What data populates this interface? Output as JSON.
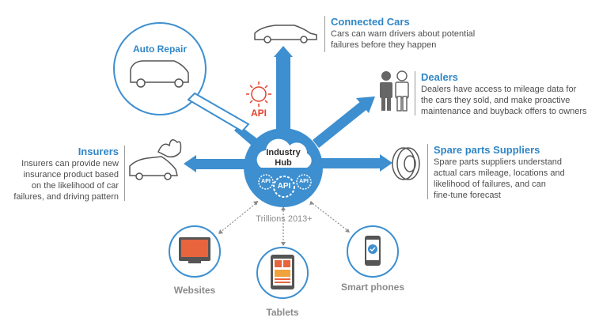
{
  "hub": {
    "title_line1": "Industry",
    "title_line2": "Hub",
    "api_center": "API",
    "api_left": "API",
    "api_right": "API",
    "trillions": "Trillions 2013+"
  },
  "api_badge": "API",
  "connected_cars": {
    "title": "Connected Cars",
    "line1": "Cars can warn drivers about potential",
    "line2": "failures before they happen"
  },
  "dealers": {
    "title": "Dealers",
    "line1": "Dealers have access to mileage data for",
    "line2": "the cars they sold, and make proactive",
    "line3": "maintenance and buyback offers to owners"
  },
  "spare_parts": {
    "title": "Spare parts Suppliers",
    "line1": "Spare parts suppliers understand",
    "line2": "actual cars mileage, locations and",
    "line3": "likelihood of failures, and can",
    "line4": "fine-tune forecast"
  },
  "insurers": {
    "title": "Insurers",
    "line1": "Insurers can provide new",
    "line2": "insurance product based",
    "line3": "on the likelihood of car",
    "line4": "failures, and driving pattern"
  },
  "auto_repair": {
    "title": "Auto Repair"
  },
  "devices": {
    "websites": "Websites",
    "tablets": "Tablets",
    "smartphones": "Smart phones"
  },
  "colors": {
    "accent": "#2f86c6",
    "arrow": "#3d8fd0",
    "api_red": "#e4422e",
    "grey": "#8a8a8a"
  }
}
